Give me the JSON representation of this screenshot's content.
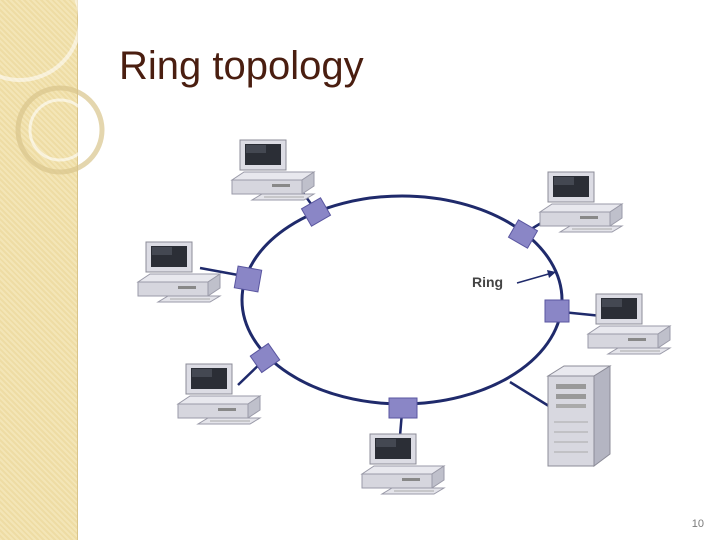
{
  "slide": {
    "title": "Ring topology",
    "page_number": "10"
  },
  "diagram": {
    "ring_label": "Ring",
    "colors": {
      "ring": "#1f2a6b",
      "connector": "#8a86c6",
      "title": "#4a1e10",
      "side_band": "#f3e5b6"
    },
    "nodes": [
      {
        "icon": "desktop-computer-icon",
        "position": "top-left"
      },
      {
        "icon": "desktop-computer-icon",
        "position": "top-right"
      },
      {
        "icon": "desktop-computer-icon",
        "position": "left"
      },
      {
        "icon": "desktop-computer-icon",
        "position": "right"
      },
      {
        "icon": "desktop-computer-icon",
        "position": "lower-left"
      },
      {
        "icon": "desktop-computer-icon",
        "position": "bottom"
      },
      {
        "icon": "server-tower-icon",
        "position": "lower-right"
      }
    ]
  }
}
